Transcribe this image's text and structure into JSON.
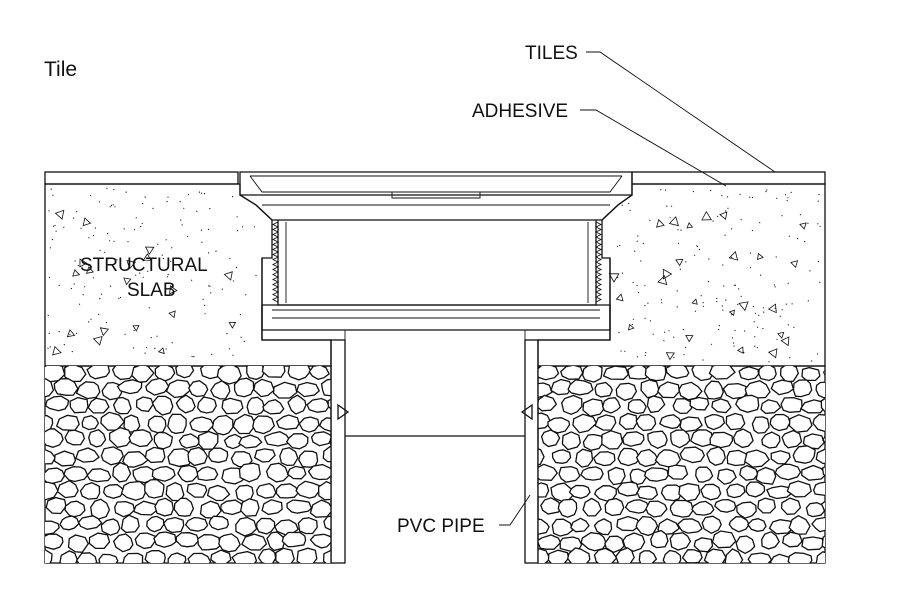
{
  "title": "Tile",
  "labels": {
    "tiles": "TILES",
    "adhesive": "ADHESIVE",
    "slab_line1": "STRUCTURAL",
    "slab_line2": "SLAB",
    "pipe": "PVC PIPE"
  },
  "colors": {
    "ink": "#111111",
    "background": "#ffffff"
  }
}
